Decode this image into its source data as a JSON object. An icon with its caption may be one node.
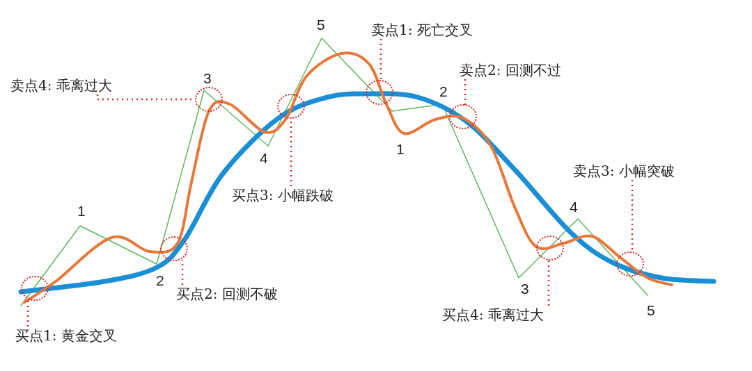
{
  "diagram": {
    "nodes": [
      {
        "text": [
          "买点1: 黄金交叉"
        ]
      },
      {
        "text": [],
        "shape": "circle"
      },
      {
        "text": [
          "买点2: 回测不破"
        ]
      },
      {
        "text": [],
        "shape": "circle"
      },
      {
        "text": [
          "卖点4: 乖离过大"
        ]
      },
      {
        "text": [],
        "shape": "circle"
      },
      {
        "text": [
          "买点3: 小幅跌破"
        ]
      },
      {
        "text": [],
        "shape": "circle"
      },
      {
        "text": [
          "卖点1: 死亡交叉"
        ]
      },
      {
        "text": [],
        "shape": "circle"
      },
      {
        "text": [
          "卖点2: 回测不过"
        ]
      },
      {
        "text": [],
        "shape": "circle"
      },
      {
        "text": [
          "卖点3: 小幅突破"
        ]
      },
      {
        "text": [],
        "shape": "circle"
      },
      {
        "text": [
          "买点4: 乖离过大"
        ]
      },
      {
        "text": [],
        "shape": "circle"
      }
    ],
    "edges": [
      {
        "from": 0,
        "to": 1,
        "arrow": "none",
        "style": "dashed"
      },
      {
        "from": 2,
        "to": 3,
        "arrow": "none",
        "style": "dashed"
      },
      {
        "from": 4,
        "to": 5,
        "arrow": "none",
        "style": "dashed"
      },
      {
        "from": 6,
        "to": 7,
        "arrow": "none",
        "style": "dashed"
      },
      {
        "from": 8,
        "to": 9,
        "arrow": "none",
        "style": "dashed"
      },
      {
        "from": 10,
        "to": 11,
        "arrow": "none",
        "style": "dashed"
      },
      {
        "from": 12,
        "to": 13,
        "arrow": "none",
        "style": "dashed"
      },
      {
        "from": 14,
        "to": 15,
        "arrow": "none",
        "style": "dashed"
      }
    ],
    "labels": [
      "5",
      "3",
      "1",
      "2",
      "4",
      "1",
      "2",
      "4",
      "3",
      "5"
    ]
  }
}
